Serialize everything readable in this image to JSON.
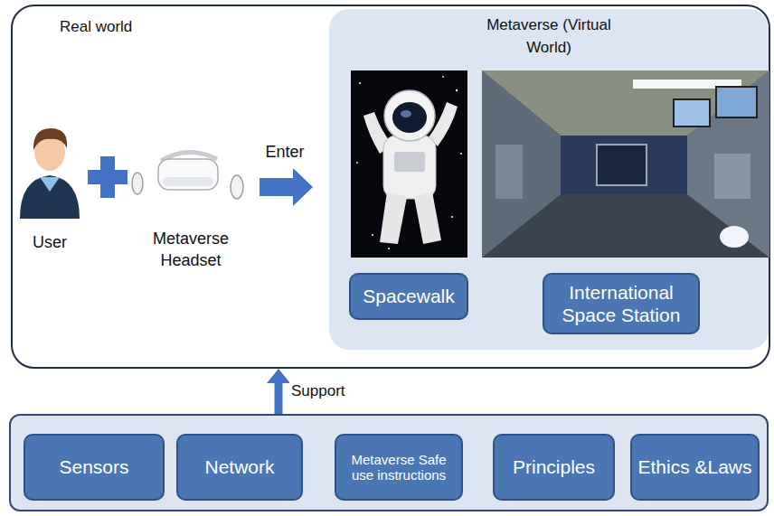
{
  "diagram": {
    "nodes": [
      {
        "text": [
          "Real world"
        ]
      },
      {
        "text": [
          "Metaverse (Virtual World)"
        ],
        "in": 0
      },
      {
        "text": [
          "Spacewalk"
        ],
        "in": 1
      },
      {
        "text": [
          "International Space Station"
        ],
        "in": 1
      },
      {
        "text": []
      },
      {
        "text": [
          "Sensors"
        ],
        "in": 4
      },
      {
        "text": [
          "Network"
        ],
        "in": 4
      },
      {
        "text": [
          "Metaverse Safe use instructions"
        ],
        "in": 4
      },
      {
        "text": [
          "Principles"
        ],
        "in": 4
      },
      {
        "text": [
          "Ethics &Laws"
        ],
        "in": 4
      }
    ],
    "edges": [
      {
        "from": 4,
        "to": 0,
        "arrow": "to",
        "label": "Support"
      }
    ],
    "labels": [
      "User",
      "Metaverse Headset",
      "Enter"
    ]
  }
}
